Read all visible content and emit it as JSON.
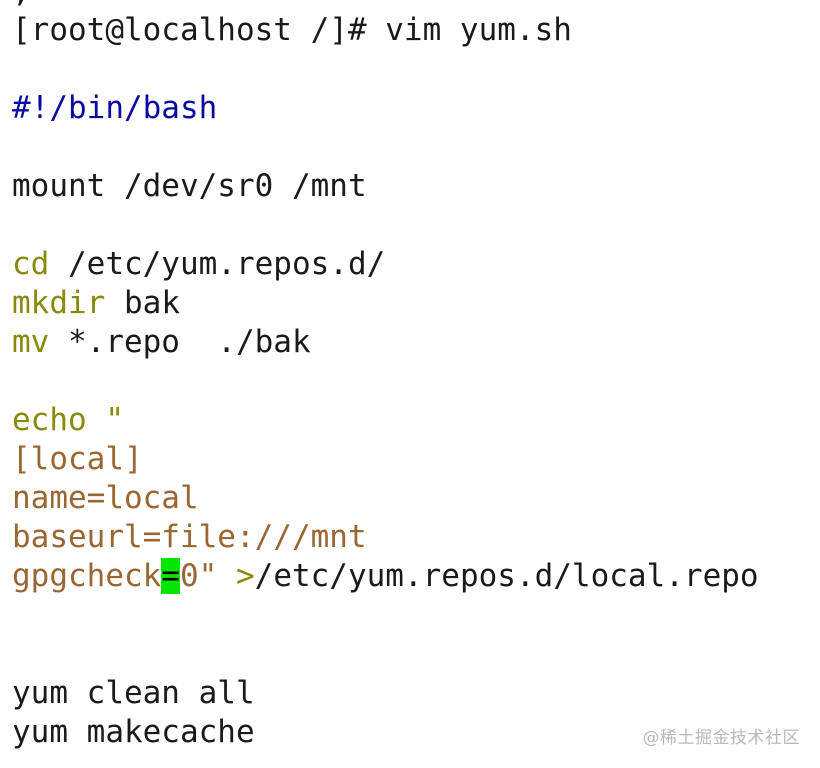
{
  "terminal": {
    "prompt_fragment": ",",
    "lines": [
      {
        "tokens": [
          {
            "text": "[root@localhost /]# vim yum.sh",
            "role": "plain"
          }
        ]
      },
      {
        "tokens": []
      },
      {
        "tokens": [
          {
            "text": "#!/bin/bash",
            "role": "comment"
          }
        ]
      },
      {
        "tokens": []
      },
      {
        "tokens": [
          {
            "text": "mount /dev/sr0 /mnt",
            "role": "plain"
          }
        ]
      },
      {
        "tokens": []
      },
      {
        "tokens": [
          {
            "text": "cd",
            "role": "keyword"
          },
          {
            "text": " /etc/yum.repos.d/",
            "role": "plain"
          }
        ]
      },
      {
        "tokens": [
          {
            "text": "mkdir",
            "role": "keyword"
          },
          {
            "text": " bak",
            "role": "plain"
          }
        ]
      },
      {
        "tokens": [
          {
            "text": "mv",
            "role": "keyword"
          },
          {
            "text": " *.repo  ./bak",
            "role": "plain"
          }
        ]
      },
      {
        "tokens": []
      },
      {
        "tokens": [
          {
            "text": "echo",
            "role": "keyword"
          },
          {
            "text": " \"",
            "role": "keyword"
          }
        ]
      },
      {
        "tokens": [
          {
            "text": "[local]",
            "role": "string"
          }
        ]
      },
      {
        "tokens": [
          {
            "text": "name=local",
            "role": "string"
          }
        ]
      },
      {
        "tokens": [
          {
            "text": "baseurl=file:///mnt",
            "role": "string"
          }
        ]
      },
      {
        "tokens": [
          {
            "text": "gpgcheck",
            "role": "string"
          },
          {
            "text": "=",
            "role": "cursor"
          },
          {
            "text": "0\" ",
            "role": "string"
          },
          {
            "text": ">",
            "role": "keyword"
          },
          {
            "text": "/etc/yum.repos.d/local.repo",
            "role": "plain"
          }
        ]
      },
      {
        "tokens": []
      },
      {
        "tokens": []
      },
      {
        "tokens": [
          {
            "text": "yum clean all",
            "role": "plain"
          }
        ]
      },
      {
        "tokens": [
          {
            "text": "yum makecache",
            "role": "plain"
          }
        ]
      }
    ]
  },
  "watermark": {
    "text": "@稀土掘金技术社区"
  },
  "colors": {
    "plain": "#1a1a1a",
    "comment": "#0a0a9e",
    "keyword": "#8a8a0a",
    "string": "#9a6632",
    "cursor_bg": "#00e600",
    "background": "#ffffff"
  }
}
